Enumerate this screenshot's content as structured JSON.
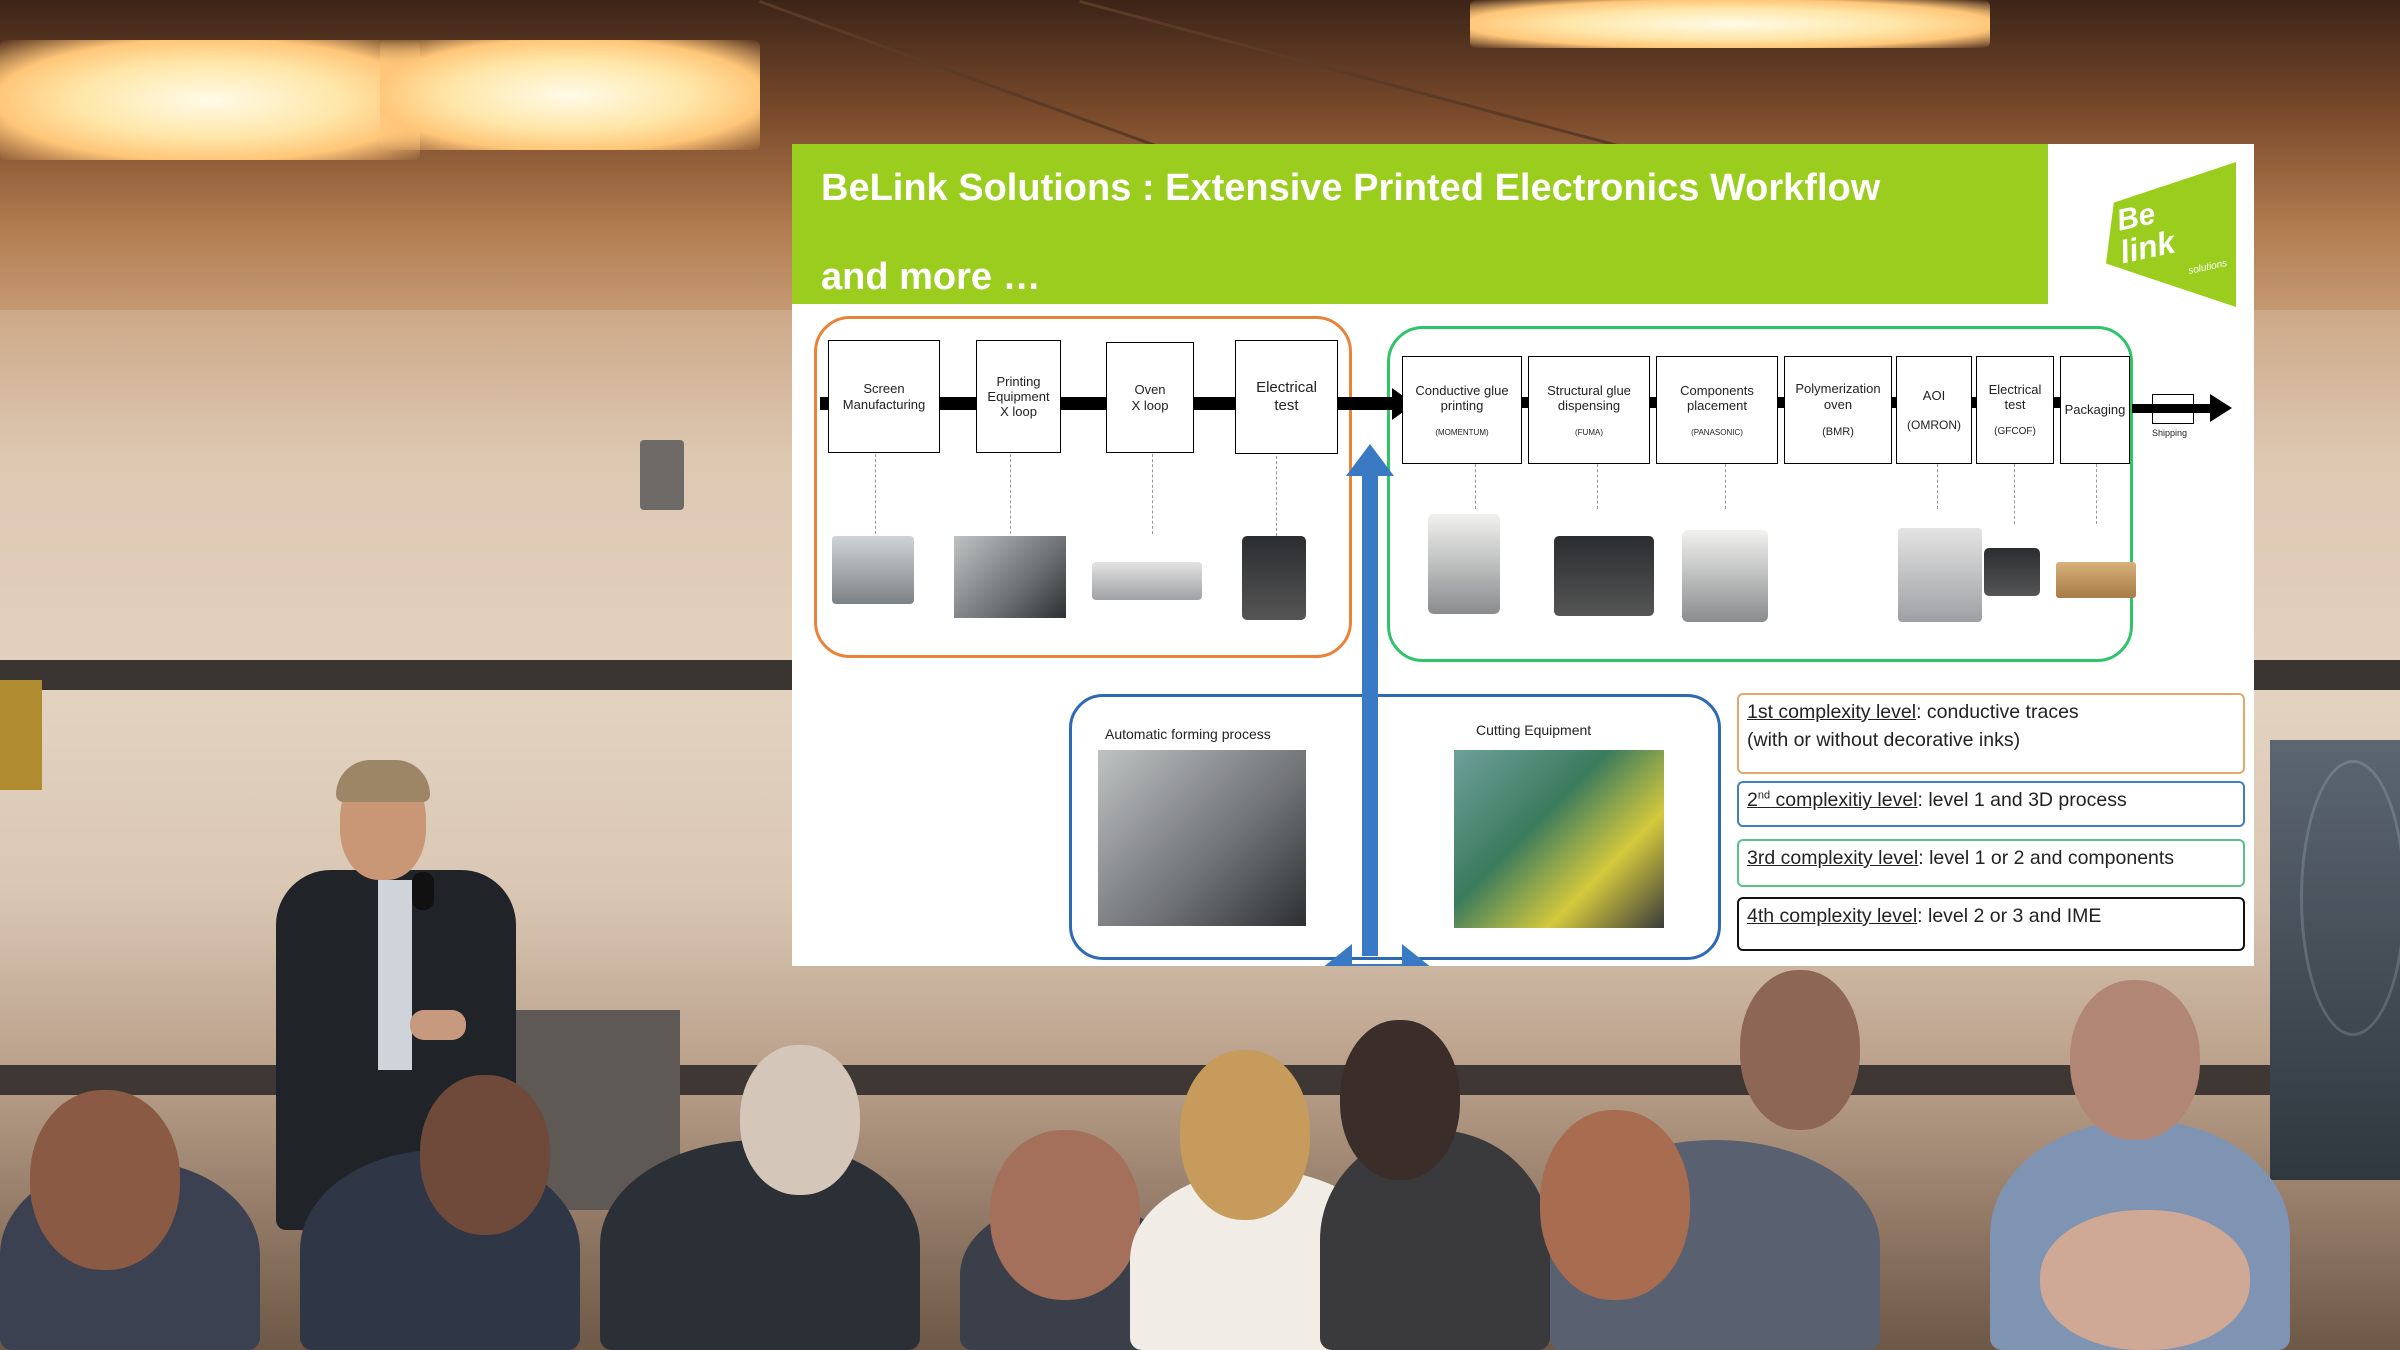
{
  "slide": {
    "title_line1": "BeLink Solutions : Extensive Printed Electronics Workflow",
    "title_line2": "and more …",
    "logo": {
      "line1": "Be",
      "line2": "link",
      "line3": "solutions"
    },
    "left_group": {
      "steps": [
        {
          "name": "Screen\nManufacturing"
        },
        {
          "name": "Printing\nEquipment\nX loop"
        },
        {
          "name": "Oven\nX loop"
        },
        {
          "name": "Electrical\ntest"
        }
      ]
    },
    "right_group": {
      "steps": [
        {
          "name": "Conductive glue\nprinting",
          "sub": "(MOMENTUM)"
        },
        {
          "name": "Structural glue\ndispensing",
          "sub": "(FUMA)"
        },
        {
          "name": "Components\nplacement",
          "sub": "(PANASONIC)"
        },
        {
          "name": "Polymerization\noven",
          "sub": "(BMR)"
        },
        {
          "name": "AOI",
          "sub": "(OMRON)"
        },
        {
          "name": "Electrical\ntest",
          "sub": "(GFCOF)"
        },
        {
          "name": "Packaging",
          "sub": ""
        }
      ],
      "shipping_label": "Shipping"
    },
    "bottom_group": {
      "forming_label": "Automatic forming process",
      "cutting_label": "Cutting Equipment"
    },
    "levels": [
      {
        "lead": "1st complexity level",
        "lead_sup": "",
        "rest": ": conductive traces",
        "line2": "(with or without decorative inks)",
        "color": "#e0a86a"
      },
      {
        "lead": "2",
        "lead_sup": "nd",
        "lead_tail": " complexitiy level",
        "rest": ": level 1 and 3D process",
        "color": "#3d80bd"
      },
      {
        "lead": "3rd complexity level",
        "lead_sup": "",
        "rest": ": level 1 or 2 and components",
        "color": "#5cbf8c"
      },
      {
        "lead": "4th complexity level",
        "lead_sup": "",
        "rest": ": level 2 or 3 and IME",
        "color": "#111111"
      }
    ],
    "colors": {
      "title_bar": "#9acd1e",
      "left_border": "#e9833a",
      "right_border": "#2fc36a",
      "bottom_border": "#2c6bb4",
      "arrow": "#3a7ac4"
    }
  }
}
